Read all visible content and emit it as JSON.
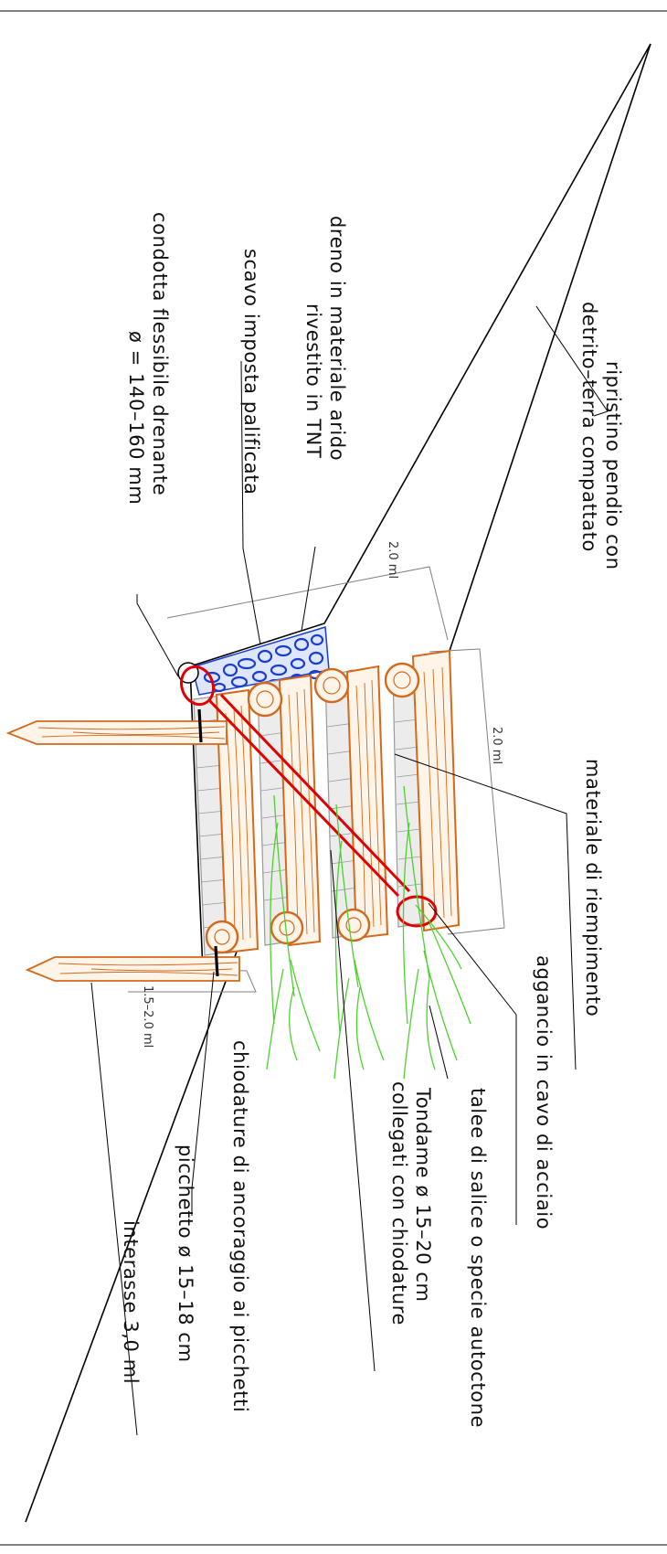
{
  "labels": {
    "ripristino_1": "ripristino pendio con",
    "ripristino_2": "detrito–terra compattato",
    "dreno_1": "dreno in materiale arido",
    "dreno_2": "rivestito in TNT",
    "scavo": "scavo imposta palificata",
    "condotta_1": "condotta flessibile drenante",
    "condotta_2": "ø = 140–160 mm",
    "materiale": "materiale di riempimento",
    "aggancio": "aggancio in cavo di acciaio",
    "talee": "talee di salice o specie autoctone",
    "tondame_1": "Tondame ø 15–20 cm",
    "tondame_2": "collegati con chiodature",
    "chiodature": "chiodature di ancoraggio ai picchetti",
    "picchetto": "picchetto ø 15–18 cm",
    "interasse": "interasse 3,0 ml"
  },
  "dimensions": {
    "top": "2.0  ml",
    "right": "2.0  ml",
    "bottom": "1.5–2.0  ml"
  },
  "colors": {
    "timber": "#d2691e",
    "brick": "#9a9a9a",
    "cable": "#e00000",
    "stone": "#1a3fd0",
    "stone_fill": "#dfe6ff",
    "vegetation": "#4cd22c",
    "line": "#000000",
    "dim_line": "#808080"
  }
}
